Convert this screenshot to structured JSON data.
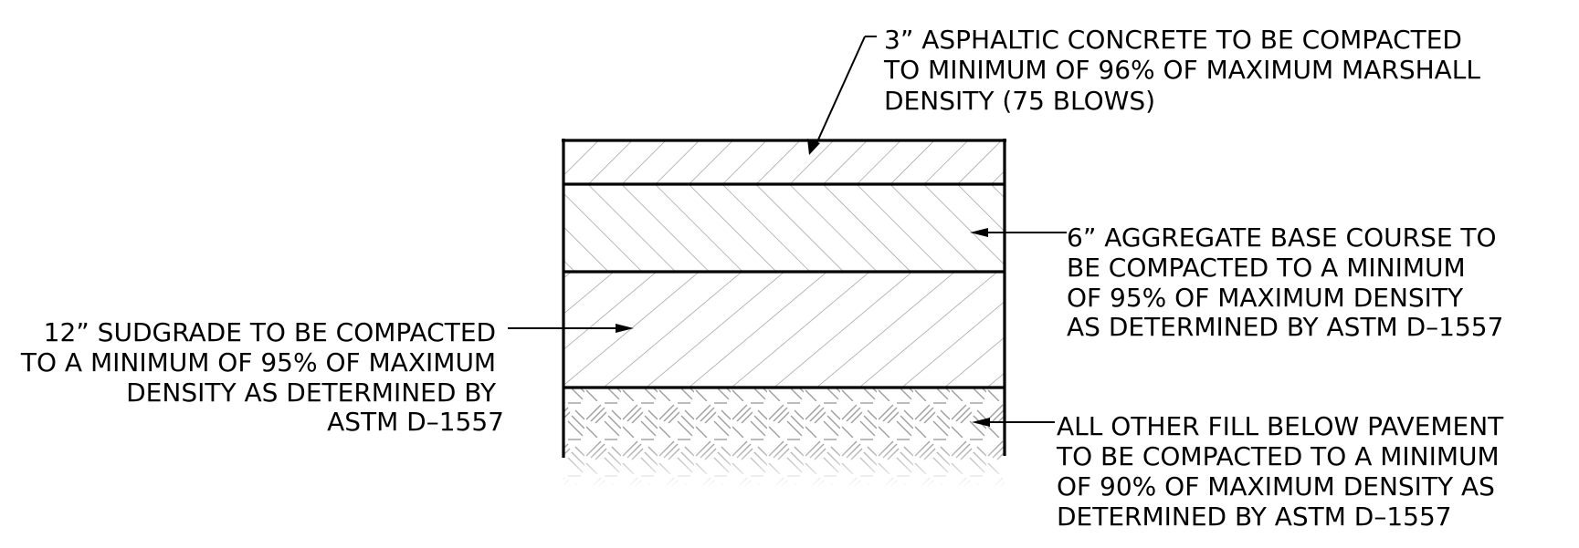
{
  "callouts": {
    "asphalt": {
      "lines": [
        "3” ASPHALTIC CONCRETE TO BE COMPACTED",
        "TO MINIMUM OF 96% OF MAXIMUM MARSHALL",
        "DENSITY (75 BLOWS)"
      ]
    },
    "base": {
      "lines": [
        "6” AGGREGATE BASE COURSE TO",
        "BE COMPACTED TO A MINIMUM",
        "OF 95% OF MAXIMUM DENSITY",
        "AS DETERMINED BY ASTM D–1557"
      ]
    },
    "subgrade": {
      "lines": [
        "12” SUDGRADE TO BE COMPACTED",
        "TO A MINIMUM OF 95% OF MAXIMUM",
        "DENSITY AS DETERMINED BY",
        "ASTM D–1557"
      ]
    },
    "fill": {
      "lines": [
        "ALL OTHER FILL BELOW PAVEMENT",
        "TO BE COMPACTED TO A MINIMUM",
        "OF 90% OF MAXIMUM DENSITY AS",
        "DETERMINED BY ASTM D–1557"
      ]
    }
  },
  "colors": {
    "ink": "#000000",
    "hatch": "#9a9a9a",
    "background": "#ffffff"
  }
}
